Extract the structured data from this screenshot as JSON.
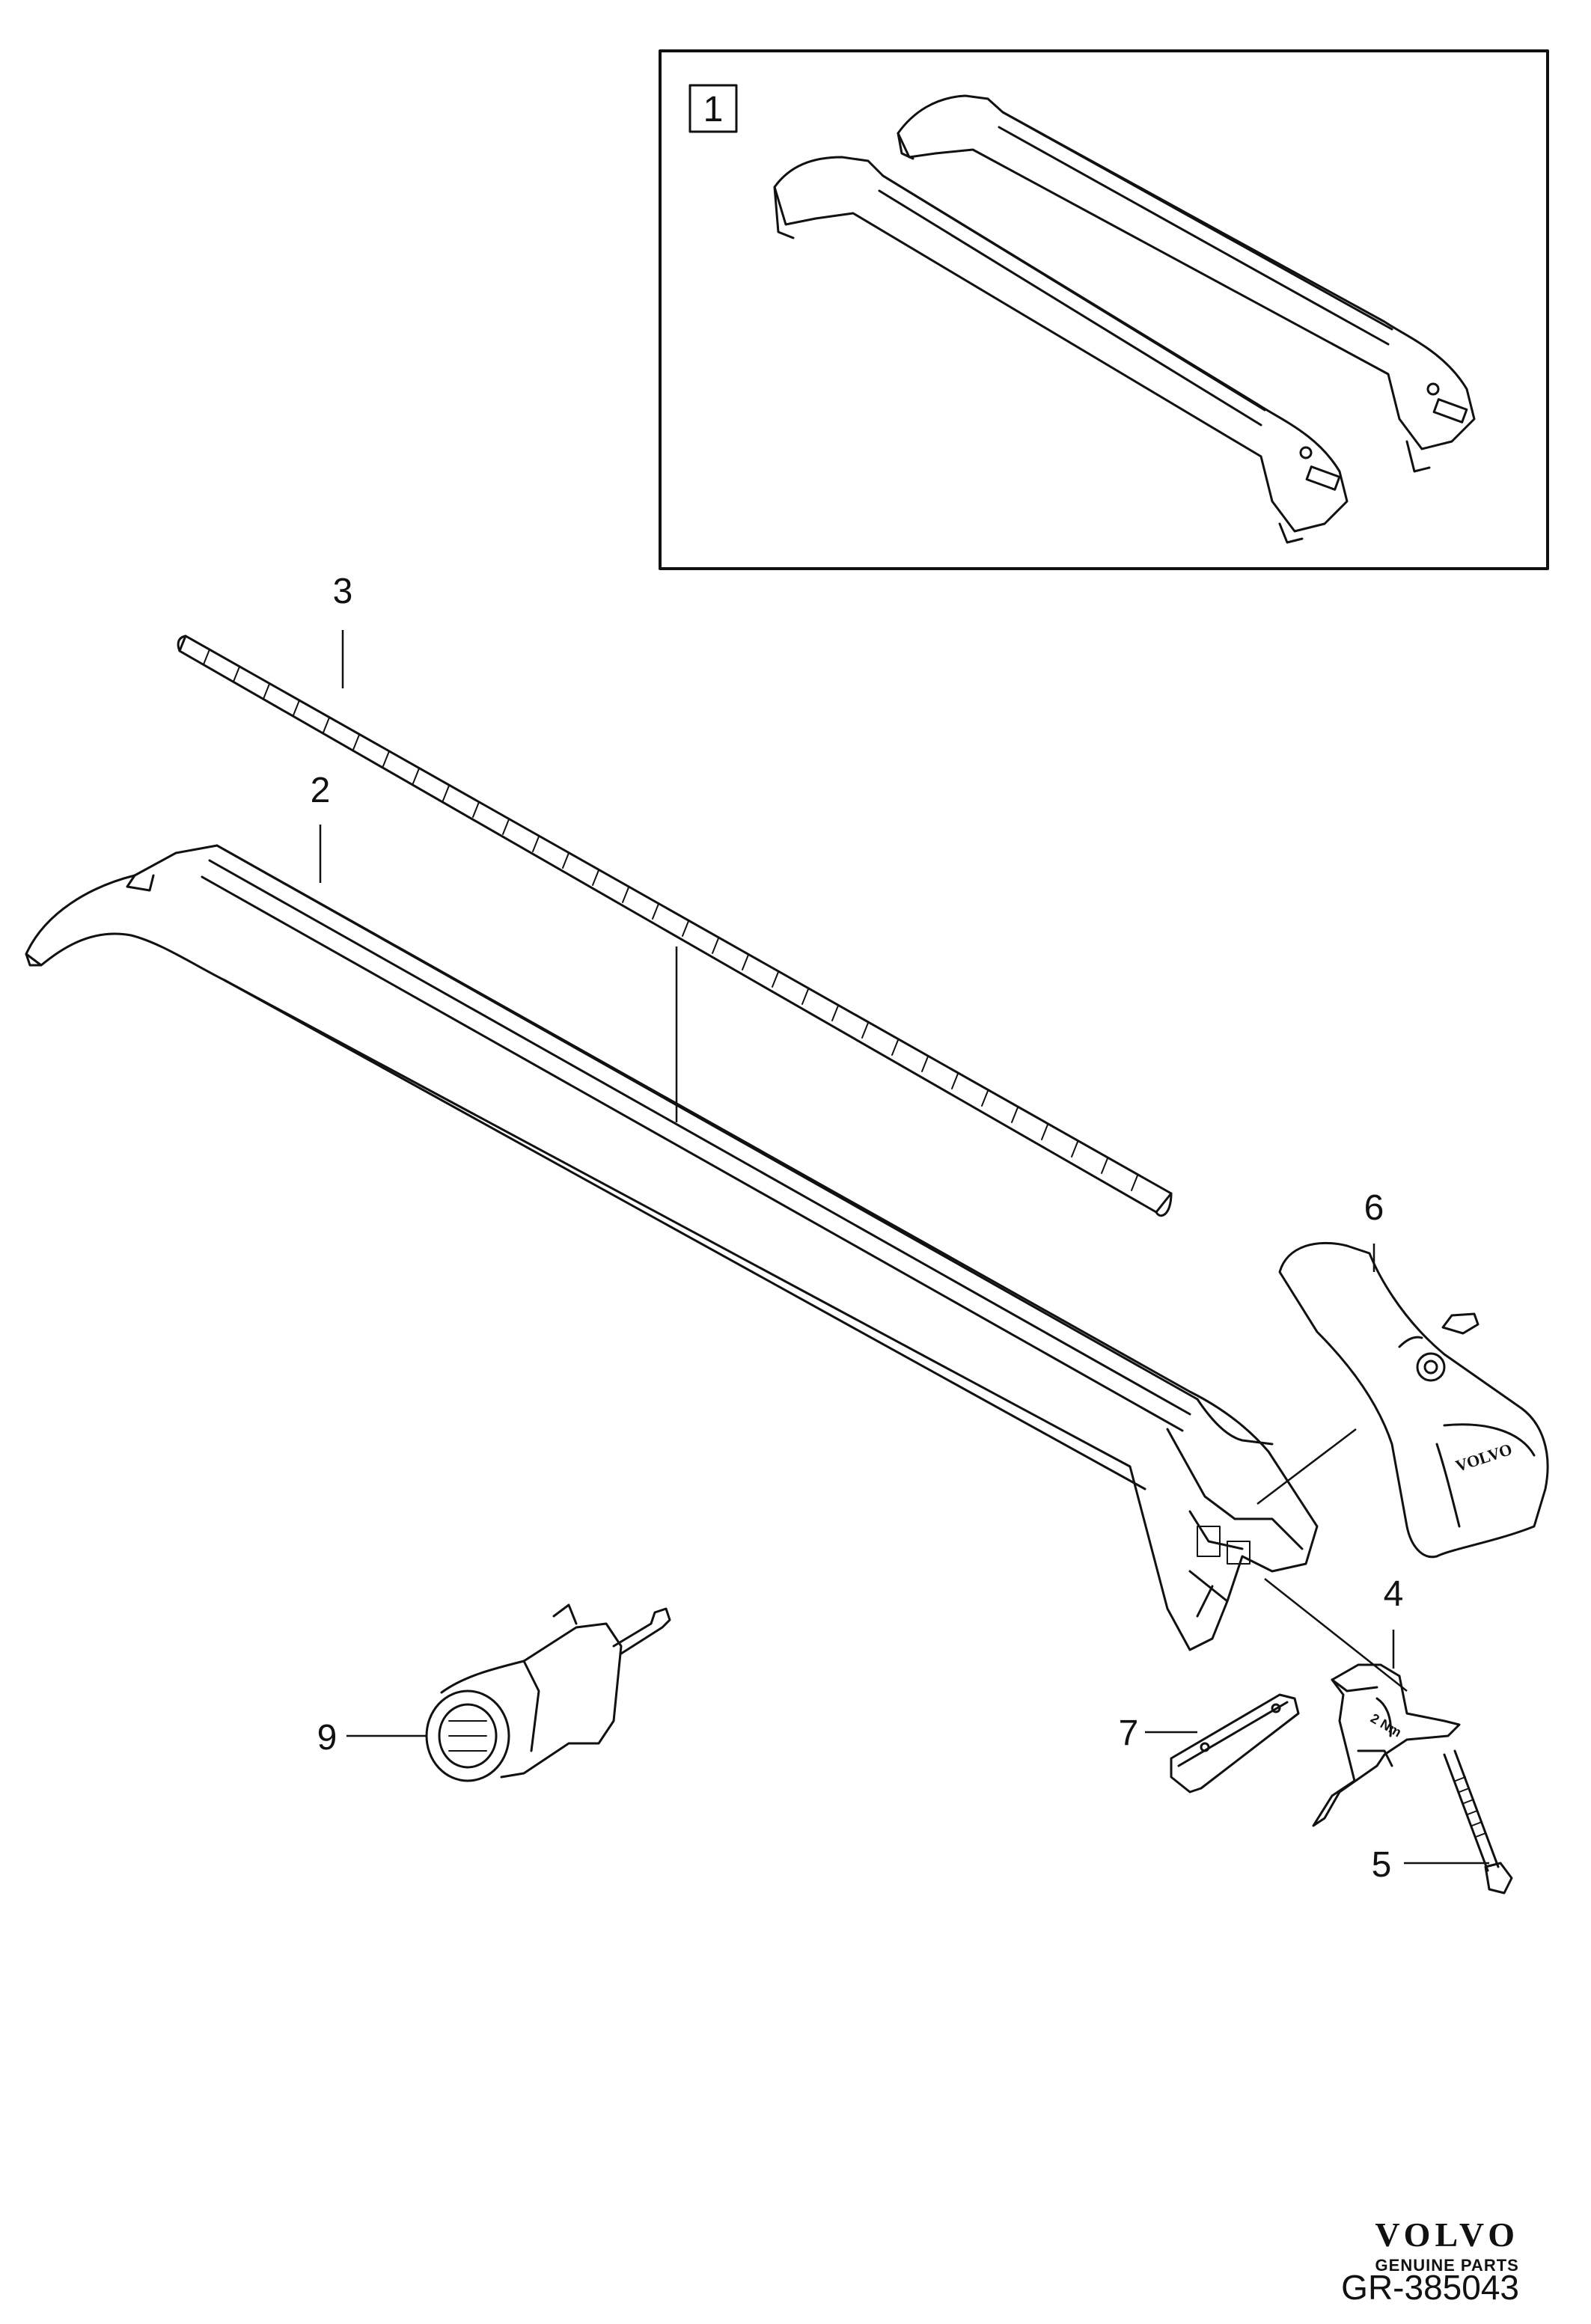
{
  "inset": {
    "label": "1"
  },
  "callouts": {
    "c2": "2",
    "c3": "3",
    "c4": "4",
    "c5": "5",
    "c6": "6",
    "c7": "7",
    "c9": "9"
  },
  "cover_logo_text": "VOLVO",
  "bracket_marking": "2 Nm",
  "brand": {
    "name": "VOLVO",
    "subtitle": "GENUINE PARTS"
  },
  "reference": "GR-385043",
  "colors": {
    "line": "#111111",
    "background": "#ffffff"
  }
}
